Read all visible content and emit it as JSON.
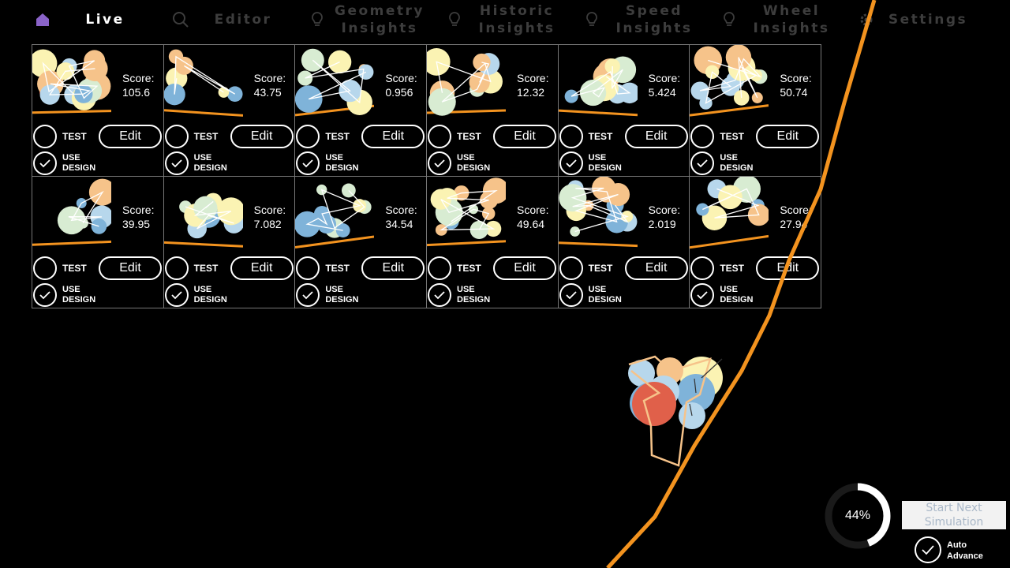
{
  "nav": {
    "live": "Live",
    "editor": "Editor",
    "geometry": "Geometry\nInsights",
    "historic": "Historic\nInsights",
    "speed": "Speed\nInsights",
    "wheel": "Wheel\nInsights",
    "settings": "Settings"
  },
  "card_labels": {
    "score": "Score:",
    "test": "TEST",
    "use_design": "USE\nDESIGN",
    "edit": "Edit"
  },
  "designs": [
    {
      "score": "105.6"
    },
    {
      "score": "43.75"
    },
    {
      "score": "0.956"
    },
    {
      "score": "12.32"
    },
    {
      "score": "5.424"
    },
    {
      "score": "50.74"
    },
    {
      "score": "39.95"
    },
    {
      "score": "7.082"
    },
    {
      "score": "34.54"
    },
    {
      "score": "49.64"
    },
    {
      "score": "2.019"
    },
    {
      "score": "27.94"
    }
  ],
  "simulation": {
    "progress_text": "44%",
    "progress": 0.44,
    "start_next": "Start Next\nSimulation",
    "auto_advance": "Auto\nAdvance"
  },
  "colors": {
    "accent_orange": "#f3931f",
    "blue": "#7fb3d9",
    "light_blue": "#b7d7ec",
    "yellow": "#fbf3b3",
    "peach": "#f6c38a",
    "red": "#e0604a",
    "mint": "#d8ecd2"
  }
}
